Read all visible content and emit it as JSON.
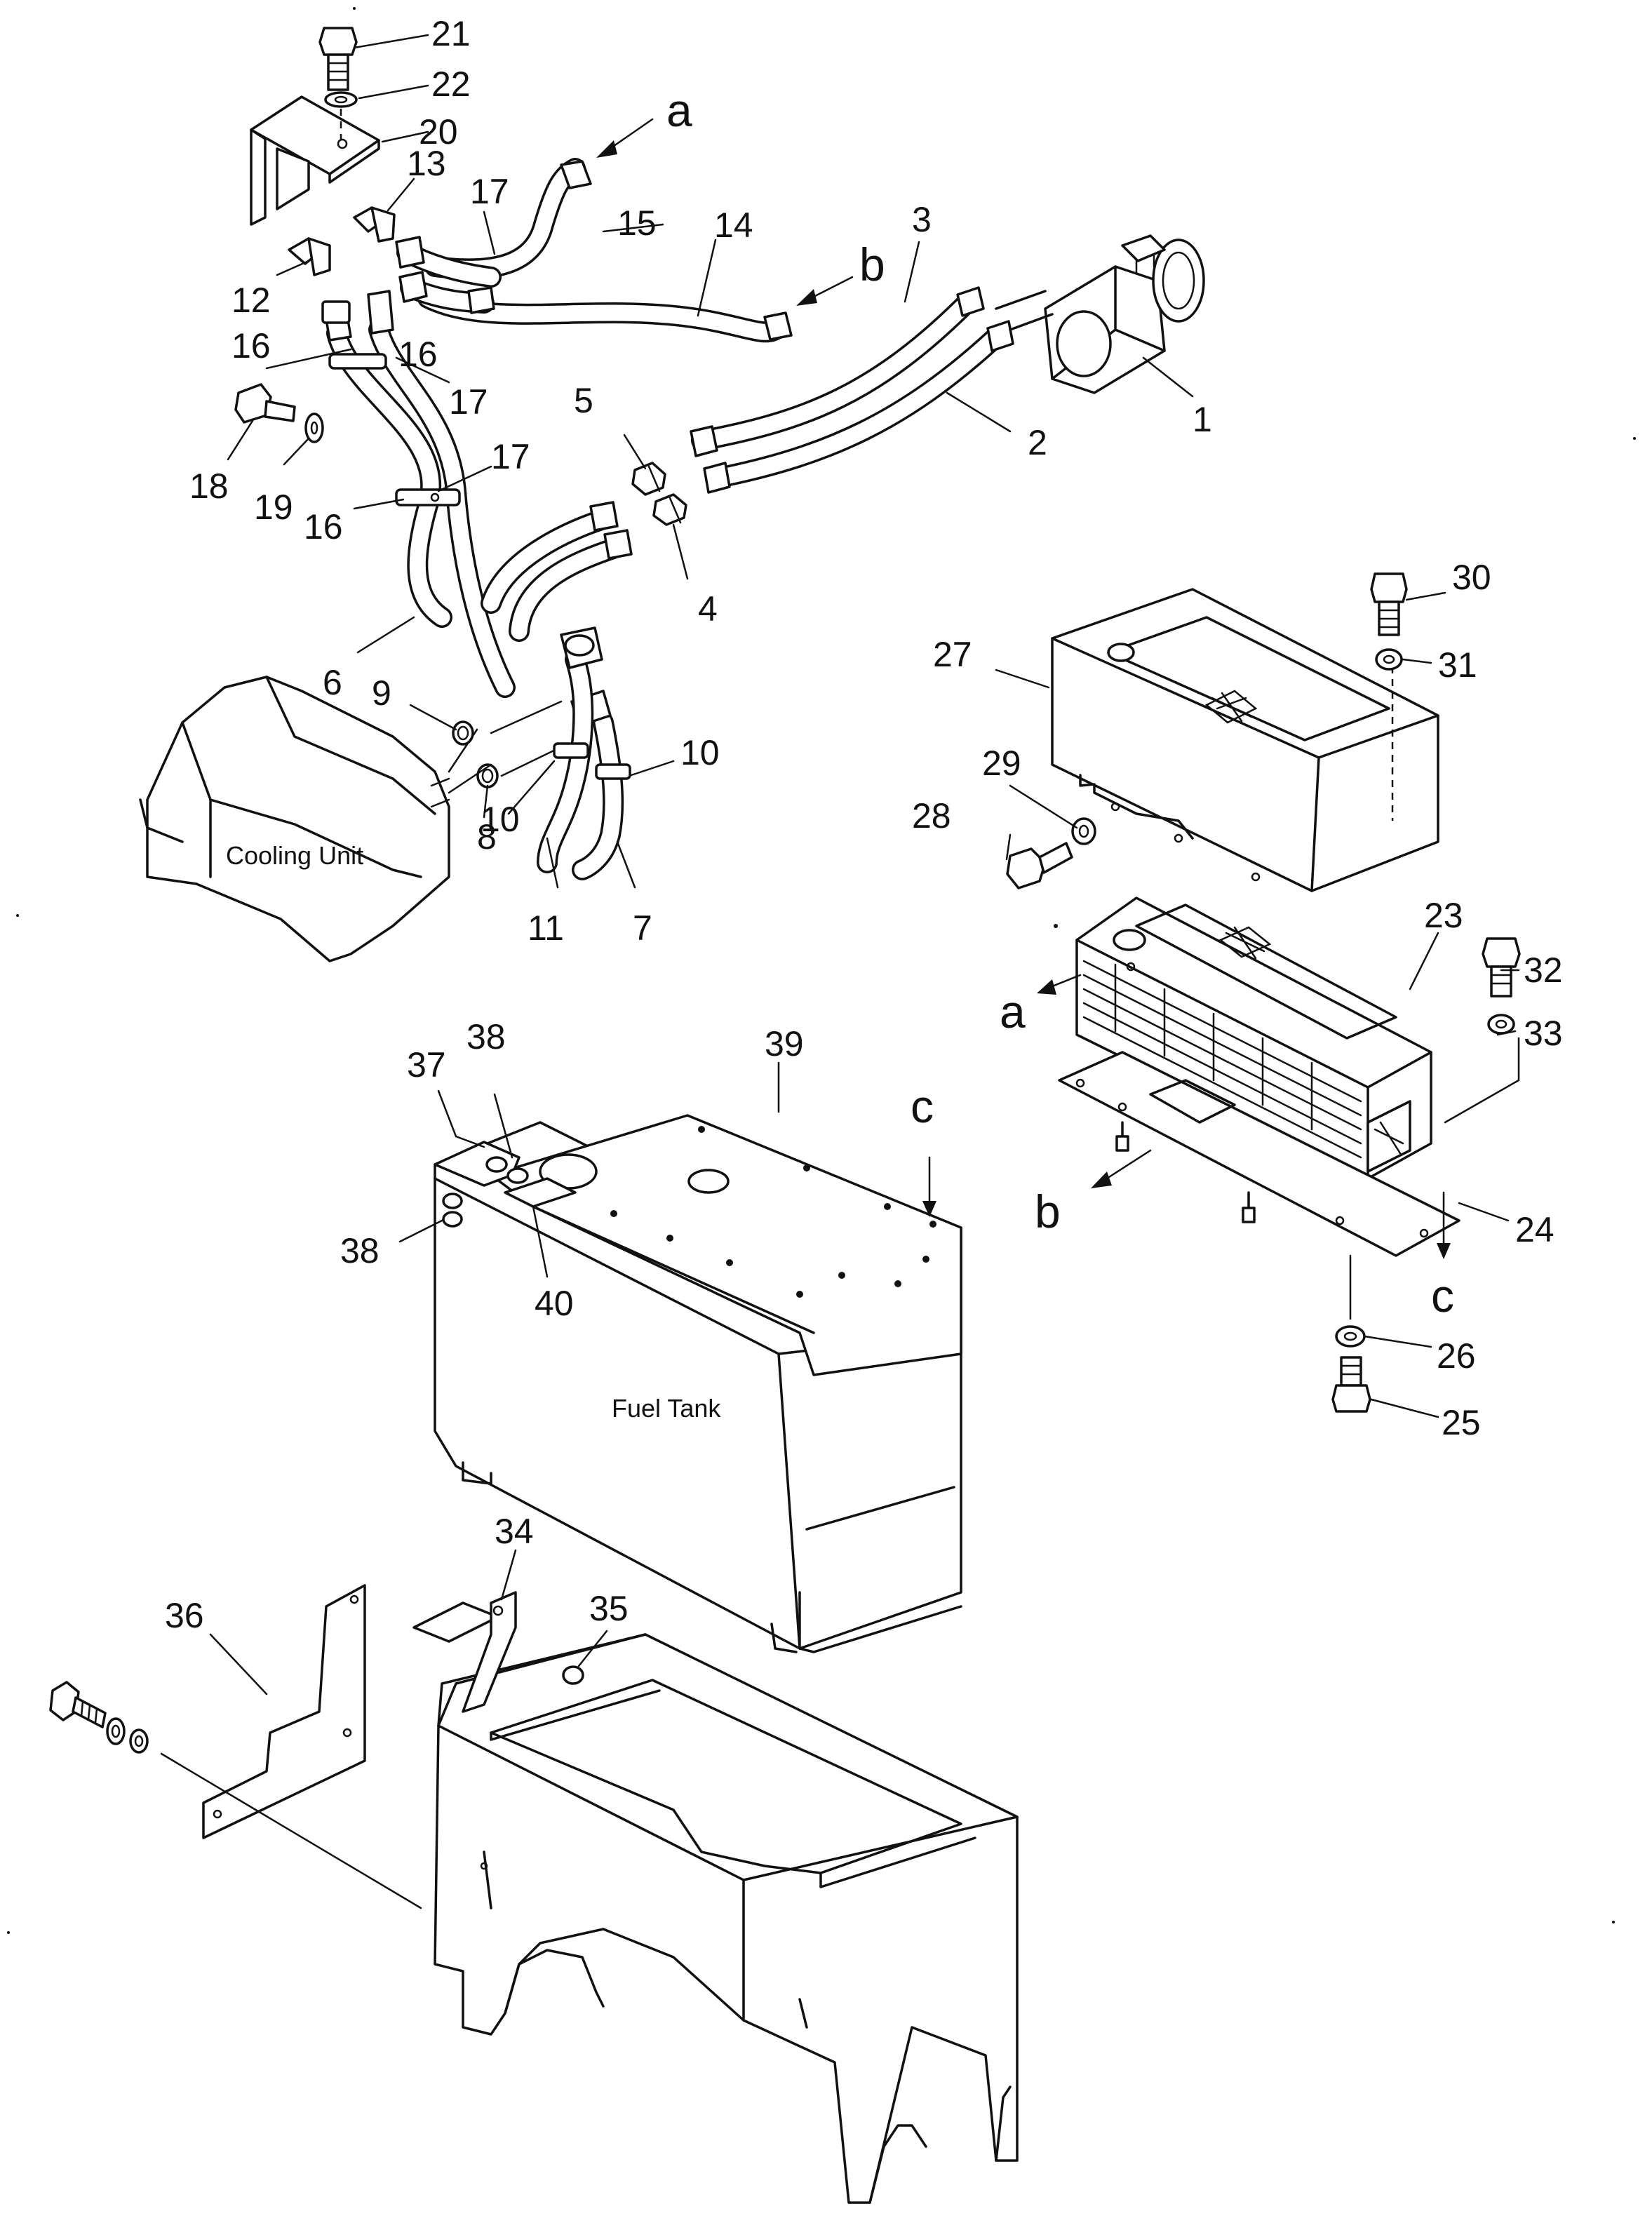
{
  "diagram": {
    "components": {
      "cooling_unit": "Cooling Unit",
      "fuel_tank": "Fuel Tank"
    },
    "part_numbers": {
      "p1": "1",
      "p2": "2",
      "p3": "3",
      "p4": "4",
      "p5": "5",
      "p6": "6",
      "p7": "7",
      "p8": "8",
      "p9": "9",
      "p10a": "10",
      "p10b": "10",
      "p11": "11",
      "p12": "12",
      "p13": "13",
      "p14": "14",
      "p15": "15",
      "p16a": "16",
      "p16b": "16",
      "p16c": "16",
      "p17a": "17",
      "p17b": "17",
      "p17c": "17",
      "p18": "18",
      "p19": "19",
      "p20": "20",
      "p21": "21",
      "p22": "22",
      "p23": "23",
      "p24": "24",
      "p25": "25",
      "p26": "26",
      "p27": "27",
      "p28": "28",
      "p29": "29",
      "p30": "30",
      "p31": "31",
      "p32": "32",
      "p33": "33",
      "p34": "34",
      "p35": "35",
      "p36": "36",
      "p37": "37",
      "p38a": "38",
      "p38b": "38",
      "p39": "39",
      "p40": "40"
    },
    "reference_markers": {
      "a_top": "a",
      "b_top": "b",
      "a_heater": "a",
      "b_heater": "b",
      "c_tank": "c",
      "c_heater": "c"
    }
  }
}
